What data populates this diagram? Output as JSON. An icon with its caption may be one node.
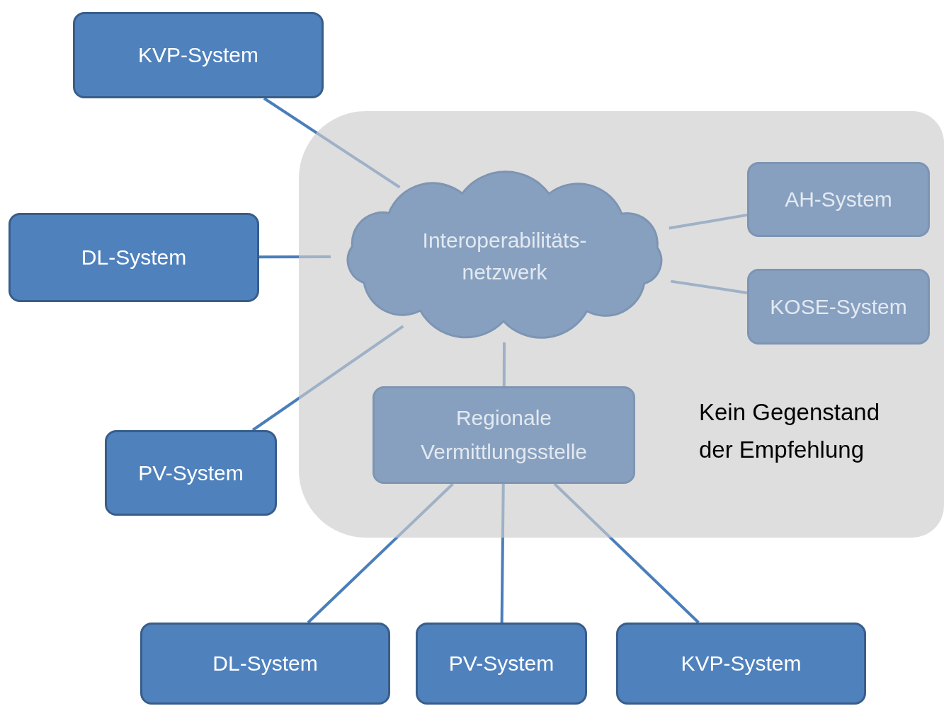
{
  "diagram": {
    "nodes": [
      {
        "text": [
          "KVP-System"
        ]
      },
      {
        "text": [
          "Kein Gegenstand der Empfehlung"
        ]
      },
      {
        "text": [
          "Interoperabilitäts- netzwerk"
        ],
        "in": 1
      },
      {
        "text": [
          "AH-System"
        ],
        "in": 1
      },
      {
        "text": [
          "DL-System"
        ]
      },
      {
        "text": [
          "KOSE-System"
        ],
        "in": 1
      },
      {
        "text": [
          "Regionale Vermittlungsstelle"
        ],
        "in": 1
      },
      {
        "text": [
          "PV-System"
        ]
      },
      {
        "text": [
          "DL-System"
        ]
      },
      {
        "text": [
          "PV-System"
        ]
      },
      {
        "text": [
          "KVP-System"
        ]
      }
    ],
    "edges": [
      {
        "from": 0,
        "to": 2,
        "arrow": "none"
      },
      {
        "from": 4,
        "to": 2,
        "arrow": "none"
      },
      {
        "from": 7,
        "to": 2,
        "arrow": "none"
      },
      {
        "from": 2,
        "to": 3,
        "arrow": "none"
      },
      {
        "from": 2,
        "to": 5,
        "arrow": "none"
      },
      {
        "from": 2,
        "to": 6,
        "arrow": "none"
      },
      {
        "from": 6,
        "to": 8,
        "arrow": "none"
      },
      {
        "from": 6,
        "to": 9,
        "arrow": "none"
      },
      {
        "from": 6,
        "to": 10,
        "arrow": "none"
      }
    ]
  }
}
